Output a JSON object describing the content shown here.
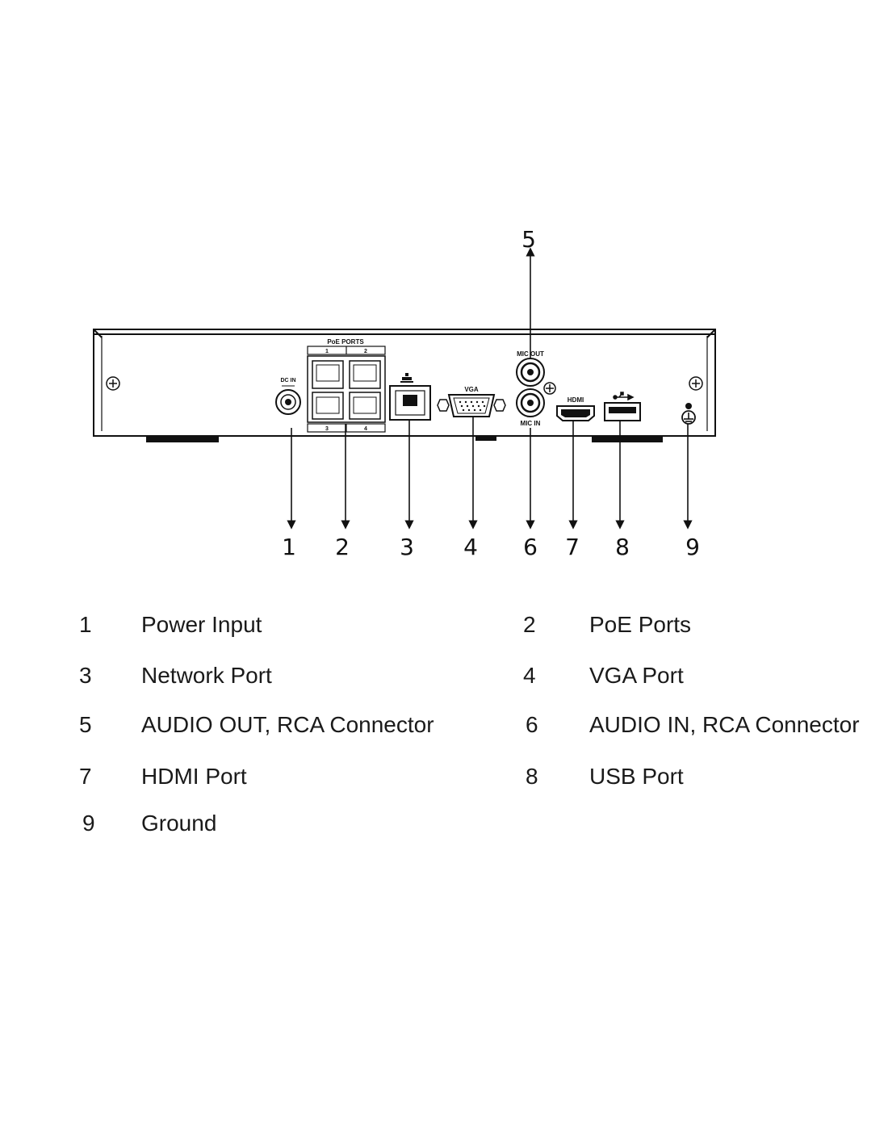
{
  "panel_labels": {
    "poe_ports": "PoE PORTS",
    "poe_top_1": "1",
    "poe_top_2": "2",
    "poe_bottom_3": "3",
    "poe_bottom_4": "4",
    "dc_in": "DC IN",
    "vga": "VGA",
    "mic_out": "MIC OUT",
    "mic_in": "MIC IN",
    "hdmi": "HDMI"
  },
  "callouts": [
    "1",
    "2",
    "3",
    "4",
    "5",
    "6",
    "7",
    "8",
    "9"
  ],
  "legend": [
    {
      "num": "1",
      "text": "Power Input"
    },
    {
      "num": "2",
      "text": "PoE Ports"
    },
    {
      "num": "3",
      "text": "Network Port"
    },
    {
      "num": "4",
      "text": "VGA Port"
    },
    {
      "num": "5",
      "text": "AUDIO OUT, RCA Connector"
    },
    {
      "num": "6",
      "text": "AUDIO IN, RCA Connector"
    },
    {
      "num": "7",
      "text": "HDMI Port"
    },
    {
      "num": "8",
      "text": "USB Port"
    },
    {
      "num": "9",
      "text": "Ground"
    }
  ],
  "icons": [
    "network-icon",
    "usb-icon",
    "ground-icon",
    "plus-icon",
    "screw-icon"
  ]
}
